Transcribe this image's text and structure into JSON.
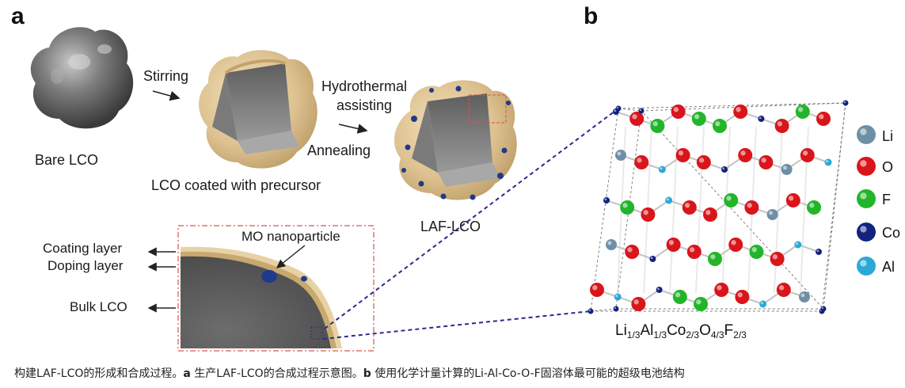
{
  "panel_a": {
    "letter": "a",
    "bare_lco": "Bare LCO",
    "stirring": "Stirring",
    "coated": "LCO coated with precursor",
    "hydrothermal_1": "Hydrothermal",
    "hydrothermal_2": "assisting",
    "annealing": "Annealing",
    "laf_lco": "LAF-LCO",
    "coating_layer": "Coating layer",
    "doping_layer": "Doping layer",
    "bulk_lco": "Bulk LCO",
    "mo_nanoparticle": "MO nanoparticle"
  },
  "panel_b": {
    "letter": "b",
    "legend": [
      {
        "label": "Li",
        "color": "#6f8fa6"
      },
      {
        "label": "O",
        "color": "#d9151b"
      },
      {
        "label": "F",
        "color": "#22b52a"
      },
      {
        "label": "Co",
        "color": "#12237f"
      },
      {
        "label": "Al",
        "color": "#2ba9d6"
      }
    ],
    "formula": {
      "li": "Li",
      "li_sub": "1/3",
      "al": "Al",
      "al_sub": "1/3",
      "co": "Co",
      "co_sub": "2/3",
      "o": "O",
      "o_sub": "4/3",
      "f": "F",
      "f_sub": "2/3"
    }
  },
  "caption": {
    "p1": "构建LAF-LCO的形成和合成过程。",
    "a": "a",
    "p2": " 生产LAF-LCO的合成过程示意图。",
    "b": "b",
    "p3": " 使用化学计量计算的Li-Al-Co-O-F固溶体最可能的超级电池结构"
  }
}
